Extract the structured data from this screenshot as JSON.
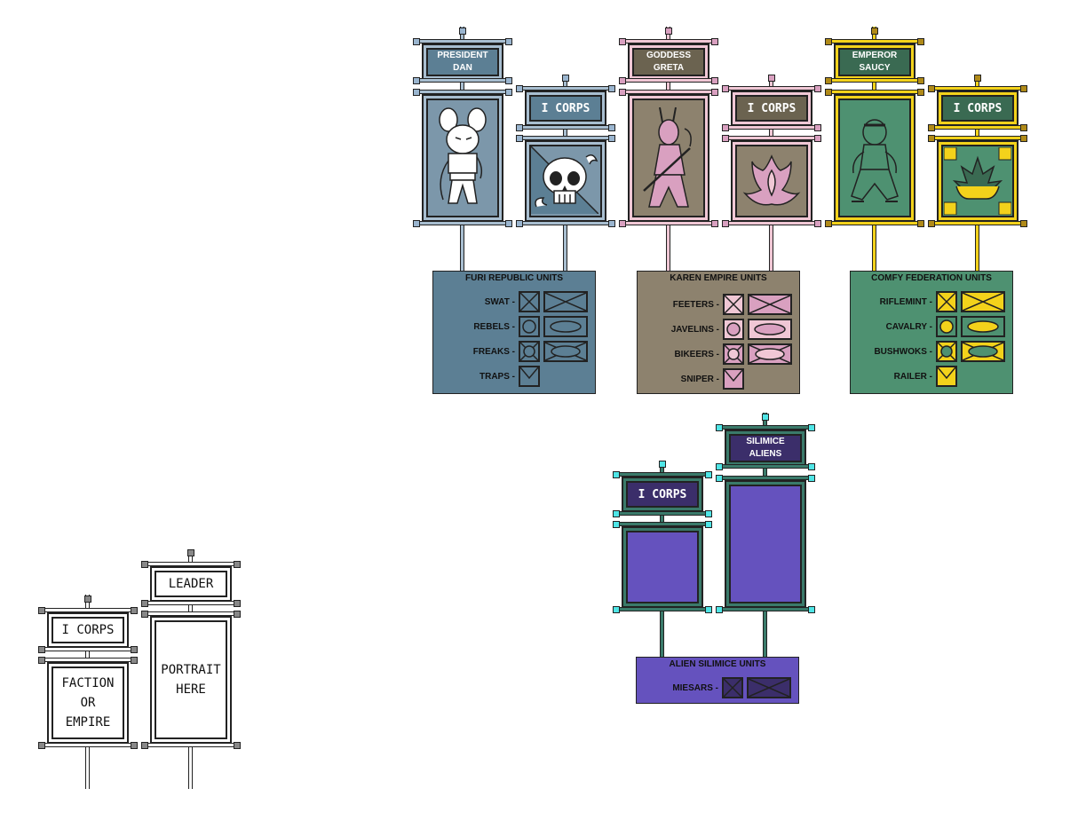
{
  "colors": {
    "furi": "#5c7f94",
    "furi_light": "#a8bed0",
    "furi_knob": "#9ab5cf",
    "karen": "#8d826e",
    "karen_dark": "#6b6350",
    "karen_pink": "#d9a0c0",
    "karen_light": "#f0c7d5",
    "comfy": "#4e9171",
    "comfy_dark": "#3a6a52",
    "comfy_yellow": "#f3d21b",
    "alien": "#6552be",
    "alien_dark": "#3b2e6a",
    "alien_cyan": "#4fe5e6",
    "gray": "#888888"
  },
  "banners": {
    "furi": {
      "leader": "PRESIDENT DAN",
      "leader_line1": "PRESIDENT",
      "leader_line2": "DAN",
      "corps": "I CORPS",
      "leader_pic": "mouse-leader-icon",
      "faction_pic": "skull-icon"
    },
    "karen": {
      "leader": "GODDESS GRETA",
      "leader_line1": "GODDESS",
      "leader_line2": "GRETA",
      "corps": "I CORPS",
      "leader_pic": "antelope-leader-icon",
      "faction_pic": "flame-icon"
    },
    "comfy": {
      "leader": "EMPEROR SAUCY",
      "leader_line1": "EMPEROR",
      "leader_line2": "SAUCY",
      "corps": "I CORPS",
      "leader_pic": "frog-leader-icon",
      "faction_pic": "leaf-crest-icon"
    },
    "alien": {
      "leader": "SILIMICE ALIENS",
      "leader_line1": "SILIMICE",
      "leader_line2": "ALIENS",
      "corps": "I CORPS"
    },
    "template": {
      "leader": "LEADER",
      "corps": "I CORPS",
      "faction_line1": "FACTION",
      "faction_line2": "OR",
      "faction_line3": "EMPIRE",
      "portrait_line1": "PORTRAIT",
      "portrait_line2": "HERE"
    }
  },
  "unit_panels": {
    "furi": {
      "title": "FURI REPUBLIC UNITS",
      "units": [
        "SWAT -",
        "REBELS -",
        "FREAKS -",
        "TRAPS -"
      ]
    },
    "karen": {
      "title": "KAREN EMPIRE UNITS",
      "units": [
        "FEETERS -",
        "JAVELINS -",
        "BIKEERS -",
        "SNIPER -"
      ]
    },
    "comfy": {
      "title": "COMFY FEDERATION UNITS",
      "units": [
        "RIFLEMINT -",
        "CAVALRY -",
        "BUSHWOKS -",
        "RAILER -"
      ]
    },
    "alien": {
      "title": "ALIEN SILIMICE UNITS",
      "units": [
        "MIESARS -"
      ]
    }
  },
  "unit_symbols": [
    "infantry-cross-icon",
    "cavalry-circle-icon",
    "special-starburst-icon",
    "trap-v-icon"
  ]
}
